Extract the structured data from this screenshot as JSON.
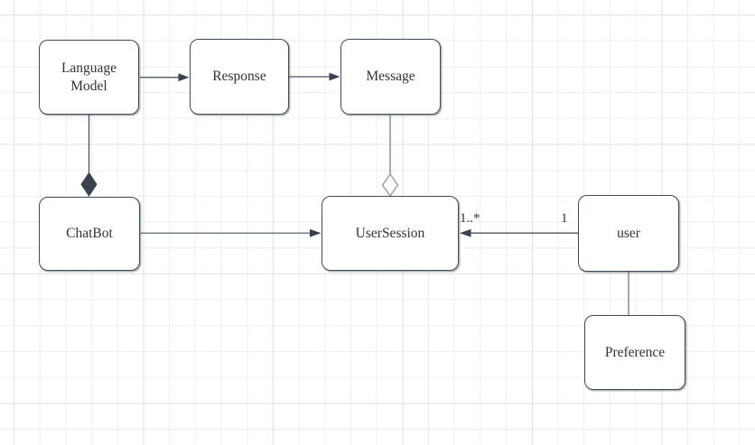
{
  "canvas": {
    "kind": "uml-class-diagram"
  },
  "palette": {
    "node_fill": "#ffffff",
    "node_border": "#414a54",
    "text_color": "#2e333b",
    "connector_dark": "#4d5560",
    "connector_mid": "#7b818a",
    "connector_light": "#9b9fa6",
    "diamond_fill": "#39424d",
    "grid_minor": "#efefef",
    "grid_major": "#e2e2e2",
    "canvas_bg": "#ffffff"
  },
  "nodes": {
    "language_model": {
      "label": "Language Model"
    },
    "response": {
      "label": "Response"
    },
    "message": {
      "label": "Message"
    },
    "chatbot": {
      "label": "ChatBot"
    },
    "user_session": {
      "label": "UserSession"
    },
    "user": {
      "label": "user"
    },
    "preference": {
      "label": "Preference"
    }
  },
  "edges": {
    "language_model_to_response": {
      "from": "Language Model",
      "to": "Response",
      "type": "directed-arrow"
    },
    "response_to_message": {
      "from": "Response",
      "to": "Message",
      "type": "directed-arrow"
    },
    "language_model_to_chatbot": {
      "from": "Language Model",
      "to": "ChatBot",
      "type": "composition-filled-diamond"
    },
    "message_to_user_session": {
      "from": "Message",
      "to": "UserSession",
      "type": "aggregation-hollow-diamond"
    },
    "chatbot_to_user_session": {
      "from": "ChatBot",
      "to": "UserSession",
      "type": "directed-arrow"
    },
    "user_to_user_session": {
      "from": "user",
      "to": "UserSession",
      "type": "directed-arrow",
      "source_multiplicity": "1",
      "target_multiplicity": "1..*"
    },
    "user_to_preference": {
      "from": "user",
      "to": "Preference",
      "type": "plain-line"
    }
  }
}
